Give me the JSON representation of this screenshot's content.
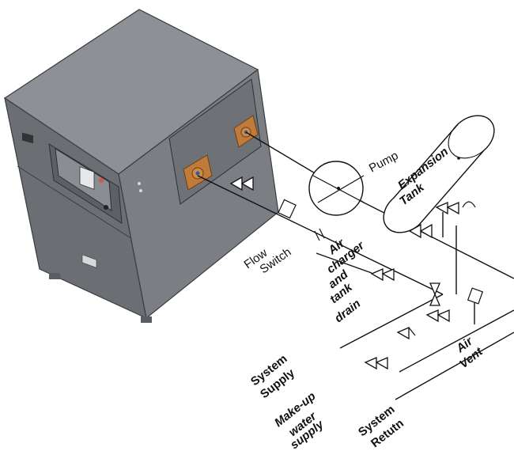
{
  "labels": {
    "pump": "Pump",
    "expansion": "Expansion",
    "tank": "Tank",
    "flow": "Flow",
    "switch": "Switch",
    "air_charger": "Air",
    "charger": "charger",
    "and": "and",
    "tank_word": "tank",
    "drain": "drain",
    "system_supply_1": "System",
    "system_supply_2": "Supply",
    "makeup_1": "Make-up",
    "makeup_2": "water",
    "makeup_3": "supply",
    "air_vent_1": "Air",
    "air_vent_2": "Vent",
    "system_return_1": "System",
    "system_return_2": "Retutn"
  },
  "colors": {
    "cabinet_top": "#8d9094",
    "cabinet_front": "#6b6f74",
    "cabinet_side": "#7b7f84",
    "edge": "#3a3c40",
    "panel": "#5c6065",
    "connector": "#c07a3a",
    "line": "#111111"
  }
}
